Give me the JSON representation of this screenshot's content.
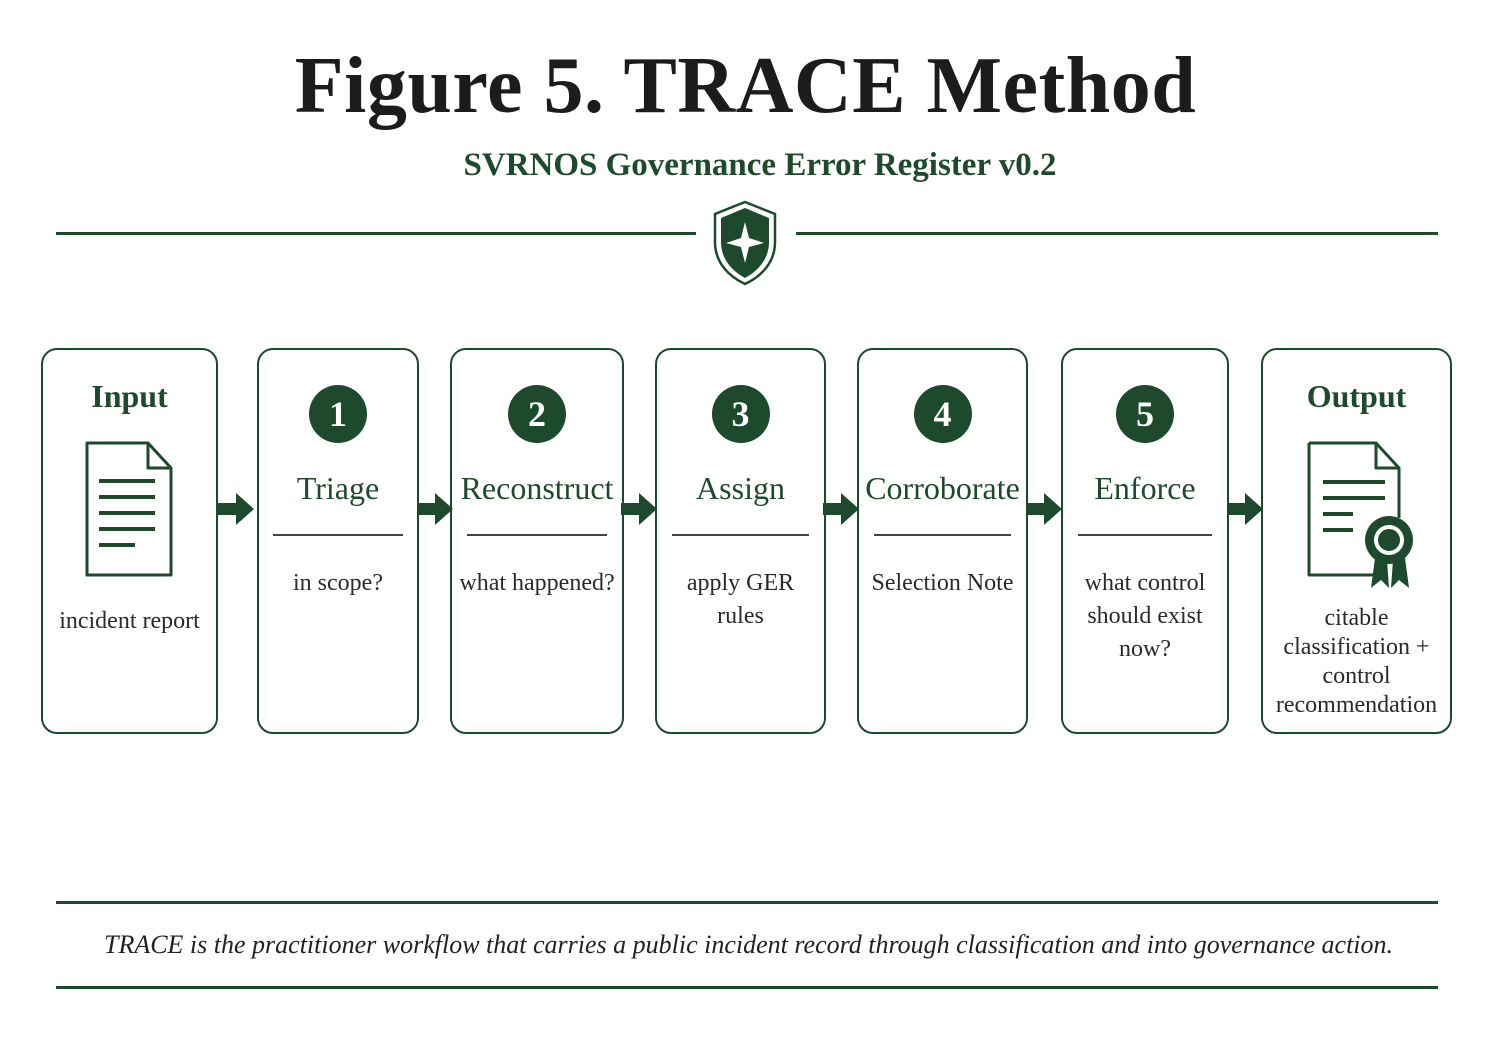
{
  "figure": {
    "title": "Figure 5. TRACE Method",
    "subtitle": "SVRNOS Governance Error Register v0.2",
    "colors": {
      "accent_green": "#1d4a2c",
      "text_dark": "#1c1c1c"
    },
    "emblem_icon": "shield-star-icon"
  },
  "input": {
    "title": "Input",
    "icon": "document-icon",
    "desc": "incident report"
  },
  "steps": [
    {
      "num": "1",
      "title": "Triage",
      "desc": [
        "in scope?"
      ]
    },
    {
      "num": "2",
      "title": "Reconstruct",
      "desc": [
        "what happened?"
      ]
    },
    {
      "num": "3",
      "title": "Assign",
      "desc": [
        "apply GER rules"
      ]
    },
    {
      "num": "4",
      "title": "Corroborate",
      "desc": [
        "Selection Note"
      ]
    },
    {
      "num": "5",
      "title": "Enforce",
      "desc": [
        "what control",
        "should exist",
        "now?"
      ]
    }
  ],
  "output": {
    "title": "Output",
    "icon": "certificate-document-icon",
    "desc": [
      "citable",
      "classification +",
      "control",
      "recommendation"
    ]
  },
  "footer": {
    "caption": "TRACE is the practitioner workflow that carries a public incident record through classification and into governance action."
  }
}
